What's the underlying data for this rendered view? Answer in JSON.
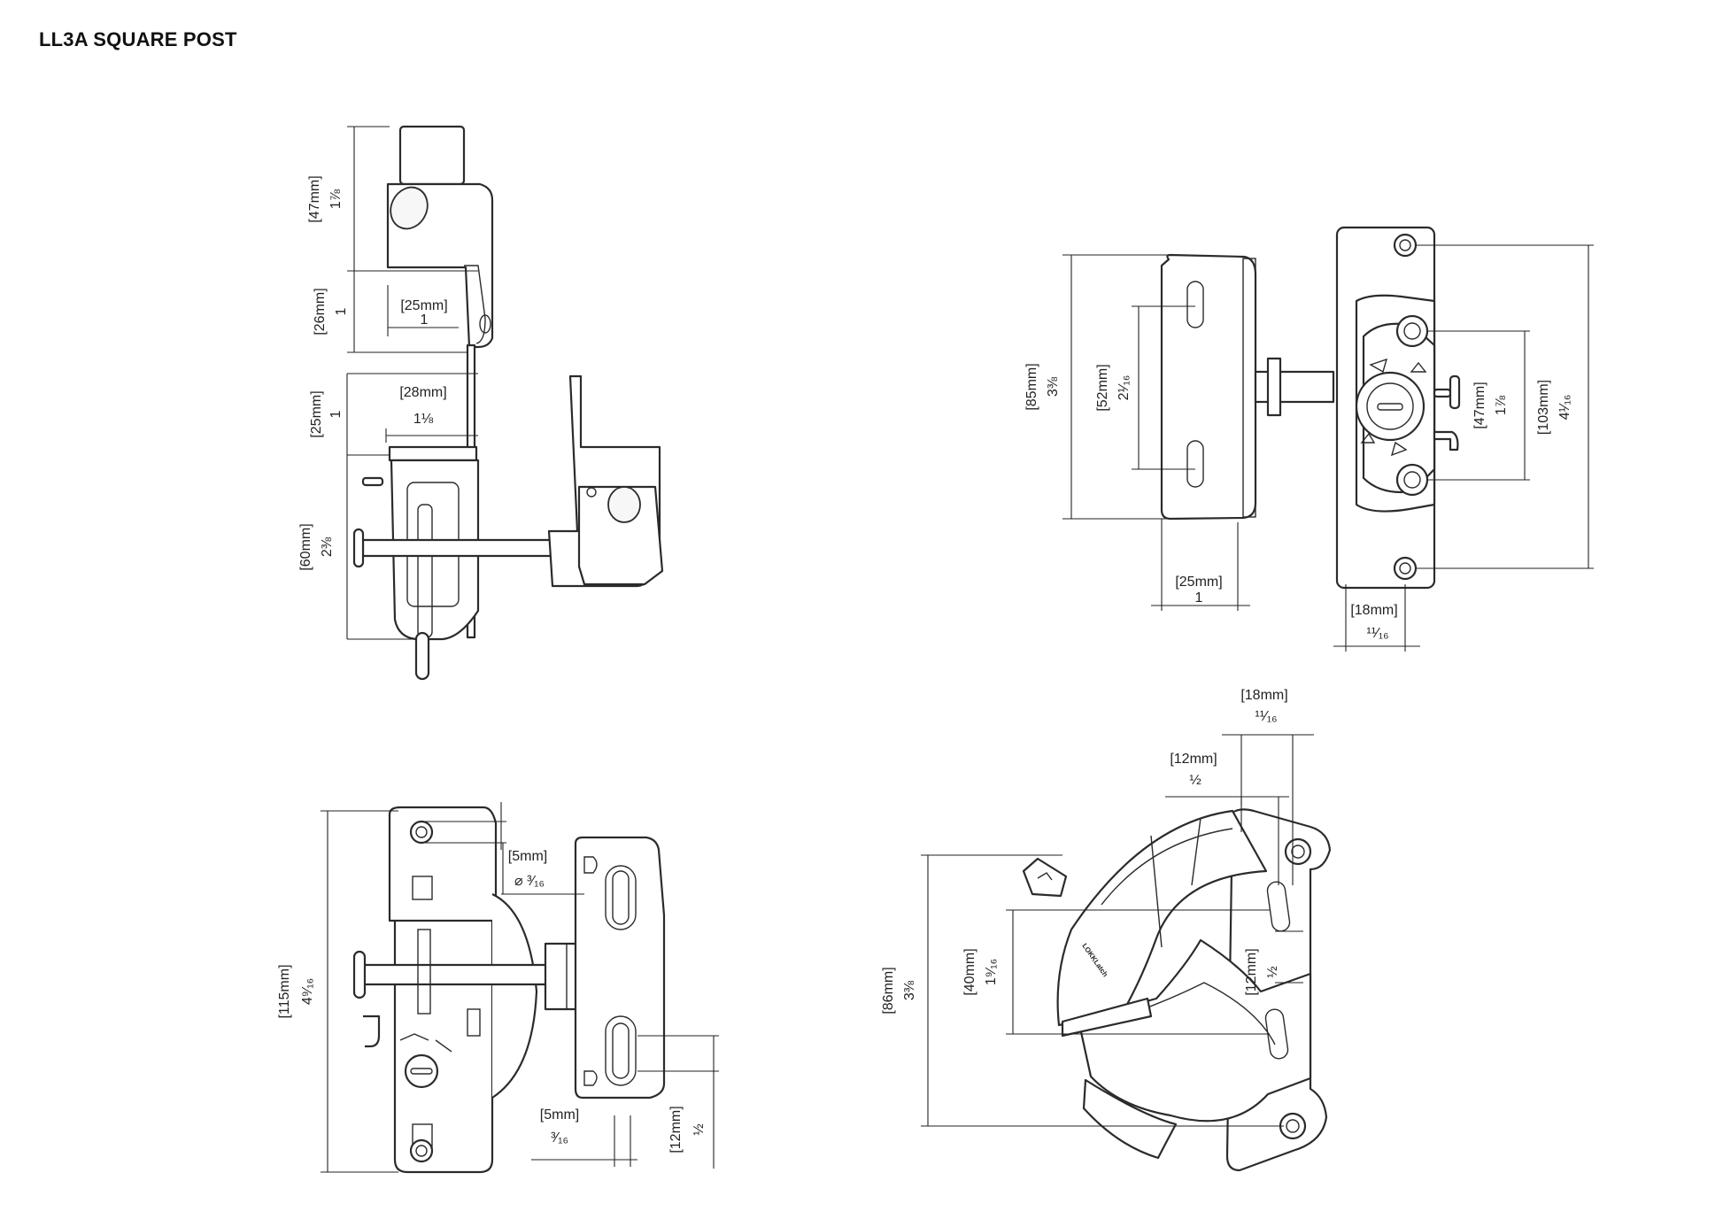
{
  "title": "LL3A SQUARE POST",
  "brand_mark": "LOKKLatch",
  "colors": {
    "line": "#2b2b2b",
    "background": "#ffffff"
  },
  "view_side": {
    "d47": {
      "mm": "[47mm]",
      "imp": "1⅞"
    },
    "d26": {
      "mm": "[26mm]",
      "imp": "1"
    },
    "d25w": {
      "mm": "[25mm]",
      "imp": "1"
    },
    "d25": {
      "mm": "[25mm]",
      "imp": "1"
    },
    "d28": {
      "mm": "[28mm]",
      "imp": "1⅛"
    },
    "d60": {
      "mm": "[60mm]",
      "imp": "2⅜"
    }
  },
  "view_front": {
    "d85": {
      "mm": "[85mm]",
      "imp": "3⅜"
    },
    "d52": {
      "mm": "[52mm]",
      "imp": "2¹⁄₁₆"
    },
    "d25": {
      "mm": "[25mm]",
      "imp": "1"
    },
    "d18": {
      "mm": "[18mm]",
      "imp": "¹¹⁄₁₆"
    },
    "d47": {
      "mm": "[47mm]",
      "imp": "1⅞"
    },
    "d103": {
      "mm": "[103mm]",
      "imp": "4¹⁄₁₆"
    }
  },
  "view_top": {
    "d115": {
      "mm": "[115mm]",
      "imp": "4⁹⁄₁₆"
    },
    "d5dia": {
      "mm": "[5mm]",
      "imp": "⌀ ³⁄₁₆"
    },
    "d5": {
      "mm": "[5mm]",
      "imp": "³⁄₁₆"
    },
    "d12": {
      "mm": "[12mm]",
      "imp": "½"
    }
  },
  "view_iso": {
    "d18": {
      "mm": "[18mm]",
      "imp": "¹¹⁄₁₆"
    },
    "d12top": {
      "mm": "[12mm]",
      "imp": "½"
    },
    "d86": {
      "mm": "[86mm]",
      "imp": "3⅜"
    },
    "d40": {
      "mm": "[40mm]",
      "imp": "1⁹⁄₁₆"
    },
    "d12": {
      "mm": "[12mm]",
      "imp": "½"
    }
  }
}
